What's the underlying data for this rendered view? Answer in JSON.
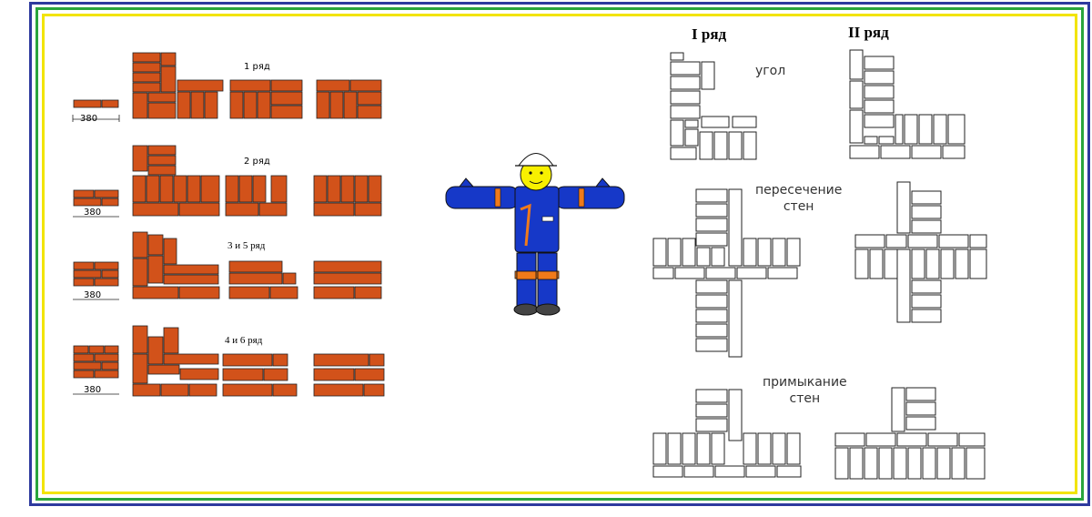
{
  "colors": {
    "brick": "#d2521a",
    "outline": "#222222",
    "worker_blue": "#1638c8",
    "worker_orange": "#f07a1a",
    "face": "#f8f000"
  },
  "left_section": {
    "rows": [
      {
        "label": "1 ряд",
        "dimension": "380"
      },
      {
        "label": "2 ряд",
        "dimension": "380"
      },
      {
        "label": "3 и 5 ряд",
        "dimension": "380"
      },
      {
        "label": "4 и 6  ряд",
        "dimension": "380"
      }
    ]
  },
  "right_section": {
    "headers": {
      "row1": "I ряд",
      "row2": "II ряд"
    },
    "labels": {
      "corner": "угол",
      "intersection": "пересечение\nстен",
      "junction": "примыкание\nстен"
    }
  }
}
